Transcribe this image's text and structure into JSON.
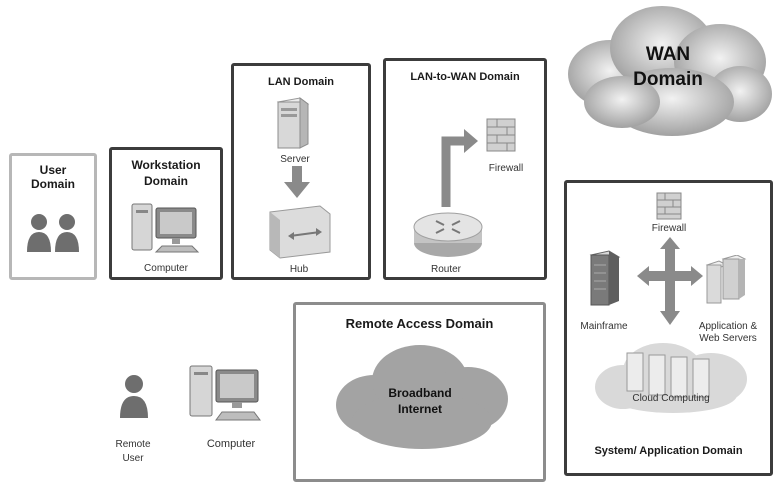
{
  "domains": {
    "user": {
      "title": "User Domain"
    },
    "workstation": {
      "title": "Workstation Domain",
      "computer_label": "Computer"
    },
    "lan": {
      "title": "LAN Domain",
      "server_label": "Server",
      "hub_label": "Hub"
    },
    "lan_to_wan": {
      "title": "LAN-to-WAN Domain",
      "firewall_label": "Firewall",
      "router_label": "Router"
    },
    "wan": {
      "title": "WAN Domain"
    },
    "remote_access": {
      "title": "Remote Access Domain",
      "cloud_label": "Broadband Internet"
    },
    "system_application": {
      "title": "System/ Application Domain",
      "firewall_label": "Firewall",
      "mainframe_label": "Mainframe",
      "servers_label": "Application & Web Servers",
      "cloud_label": "Cloud Computing"
    }
  },
  "remote": {
    "user_label": "Remote User",
    "computer_label": "Computer"
  }
}
